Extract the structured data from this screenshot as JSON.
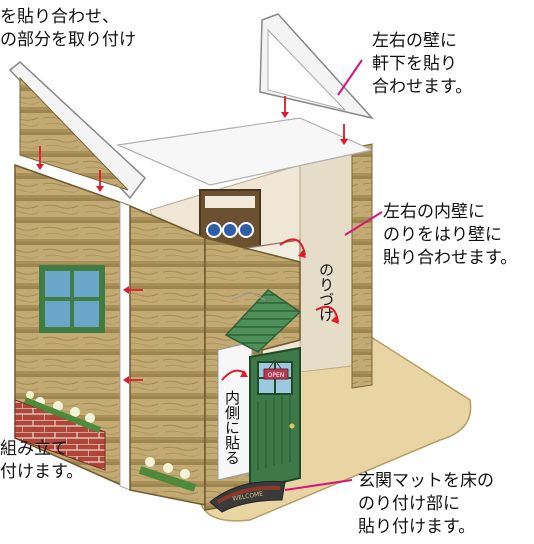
{
  "annotations": {
    "top_left": [
      "を貼り合わせ、",
      "の部分を取り付け"
    ],
    "eaves": [
      "左右の壁に",
      "軒下を貼り",
      "合わせます。"
    ],
    "inner_wall": [
      "左右の内壁に",
      "のりをはり壁に",
      "貼り合わせます。"
    ],
    "bottom_left": [
      "組み立て",
      "付けます。"
    ],
    "mat": [
      "玄関マットを床の",
      "のり付け部に",
      "貼り付けます。"
    ],
    "glue_vertical": "のりづけ",
    "inside_vertical": "内側に貼る"
  },
  "door_sign": "OPEN",
  "mat_text": "WELCOME",
  "colors": {
    "log": "#b8a16a",
    "log_dark": "#8c7640",
    "roof": "#f4f4f4",
    "door": "#3e7a48",
    "floor": "#e9d5a3",
    "arrow": "#e0192b"
  }
}
